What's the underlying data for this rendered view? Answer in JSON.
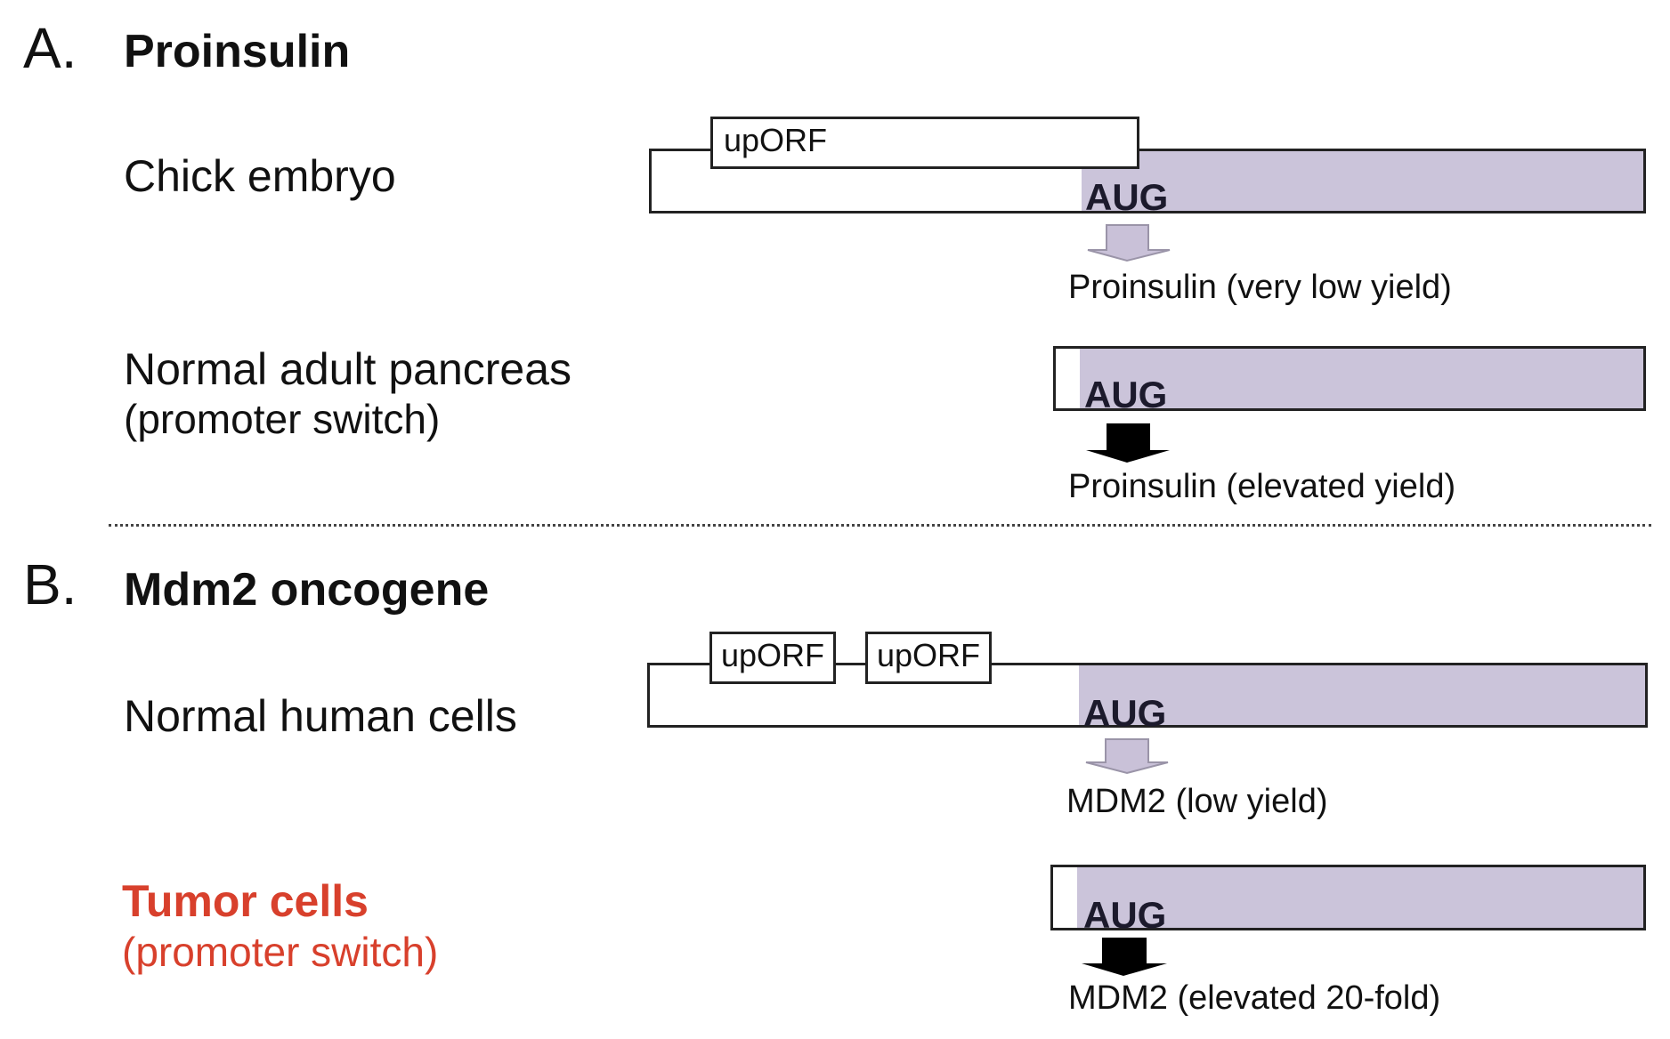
{
  "panels": [
    {
      "letter": "A.",
      "title": "Proinsulin",
      "rows": [
        {
          "condition": "Chick embryo",
          "condition_sub": "",
          "uporfs": [
            "upORF"
          ],
          "start_codon": "AUG",
          "arrow": "weak",
          "result": "Proinsulin (very low yield)"
        },
        {
          "condition": "Normal adult pancreas",
          "condition_sub": "(promoter switch)",
          "uporfs": [],
          "start_codon": "AUG",
          "arrow": "strong",
          "result": "Proinsulin (elevated yield)"
        }
      ]
    },
    {
      "letter": "B.",
      "title": "Mdm2 oncogene",
      "rows": [
        {
          "condition": "Normal human cells",
          "condition_sub": "",
          "uporfs": [
            "upORF",
            "upORF"
          ],
          "start_codon": "AUG",
          "arrow": "weak",
          "result": "MDM2 (low yield)"
        },
        {
          "condition": "Tumor cells",
          "condition_sub": "(promoter switch)",
          "uporfs": [],
          "start_codon": "AUG",
          "arrow": "strong",
          "result": "MDM2 (elevated 20-fold)",
          "highlight": true
        }
      ]
    }
  ],
  "colors": {
    "coding_region": "#cbc4da",
    "weak_arrow": "#c9c1d8",
    "strong_arrow": "#000000",
    "highlight": "#d8402c",
    "outline": "#222222"
  }
}
